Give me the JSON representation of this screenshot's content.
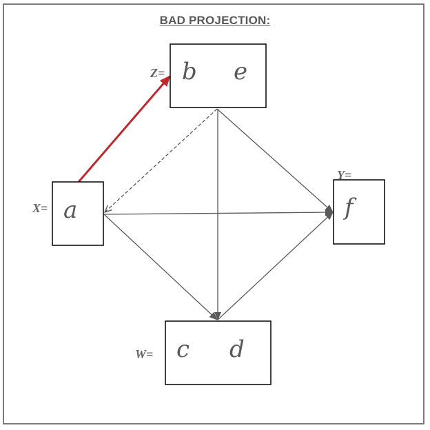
{
  "title": "BAD PROJECTION:",
  "nodes": {
    "x": {
      "label": "X=",
      "contents": [
        "a"
      ]
    },
    "z": {
      "label": "Z=",
      "contents": [
        "b",
        "e"
      ]
    },
    "y": {
      "label": "Y=",
      "contents": [
        "f"
      ]
    },
    "w": {
      "label": "W=",
      "contents": [
        "c",
        "d"
      ]
    }
  },
  "edges": [
    {
      "from": "x",
      "to": "z",
      "style": "solid-bold",
      "color": "#c0282d"
    },
    {
      "from": "z",
      "to": "x",
      "style": "dashed",
      "color": "#595959"
    },
    {
      "from": "x",
      "to": "y",
      "style": "solid",
      "color": "#595959"
    },
    {
      "from": "x",
      "to": "w",
      "style": "solid",
      "color": "#595959"
    },
    {
      "from": "z",
      "to": "y",
      "style": "solid",
      "color": "#595959"
    },
    {
      "from": "z",
      "to": "w",
      "style": "solid",
      "color": "#595959"
    },
    {
      "from": "w",
      "to": "y",
      "style": "solid",
      "color": "#595959"
    }
  ],
  "colors": {
    "frame": "#7a7a7a",
    "text": "#595959",
    "highlight_edge": "#c0282d"
  }
}
